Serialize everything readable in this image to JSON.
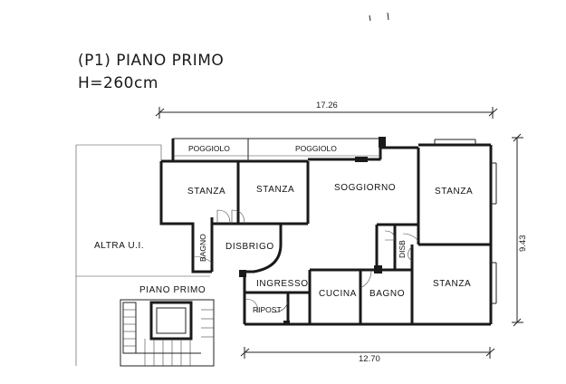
{
  "header": {
    "title": "(P1) PIANO PRIMO",
    "height": "H=260cm"
  },
  "dimensions": {
    "top": "17.26",
    "bottom": "12.70",
    "right": "9.43"
  },
  "rooms": {
    "poggiolo_left": "POGGIOLO",
    "poggiolo_right": "POGGIOLO",
    "stanza_1": "STANZA",
    "stanza_2": "STANZA",
    "soggiorno": "SOGGIORNO",
    "stanza_3": "STANZA",
    "bagno_1": "BAGNO",
    "disbrigo": "DISBRIGO",
    "disb": "DISB",
    "altra_ui": "ALTRA U.I.",
    "piano_primo_stair": "PIANO PRIMO",
    "ingresso": "INGRESSO",
    "cucina": "CUCINA",
    "bagno_2": "BAGNO",
    "stanza_4": "STANZA",
    "ripost": "RIPOST"
  }
}
